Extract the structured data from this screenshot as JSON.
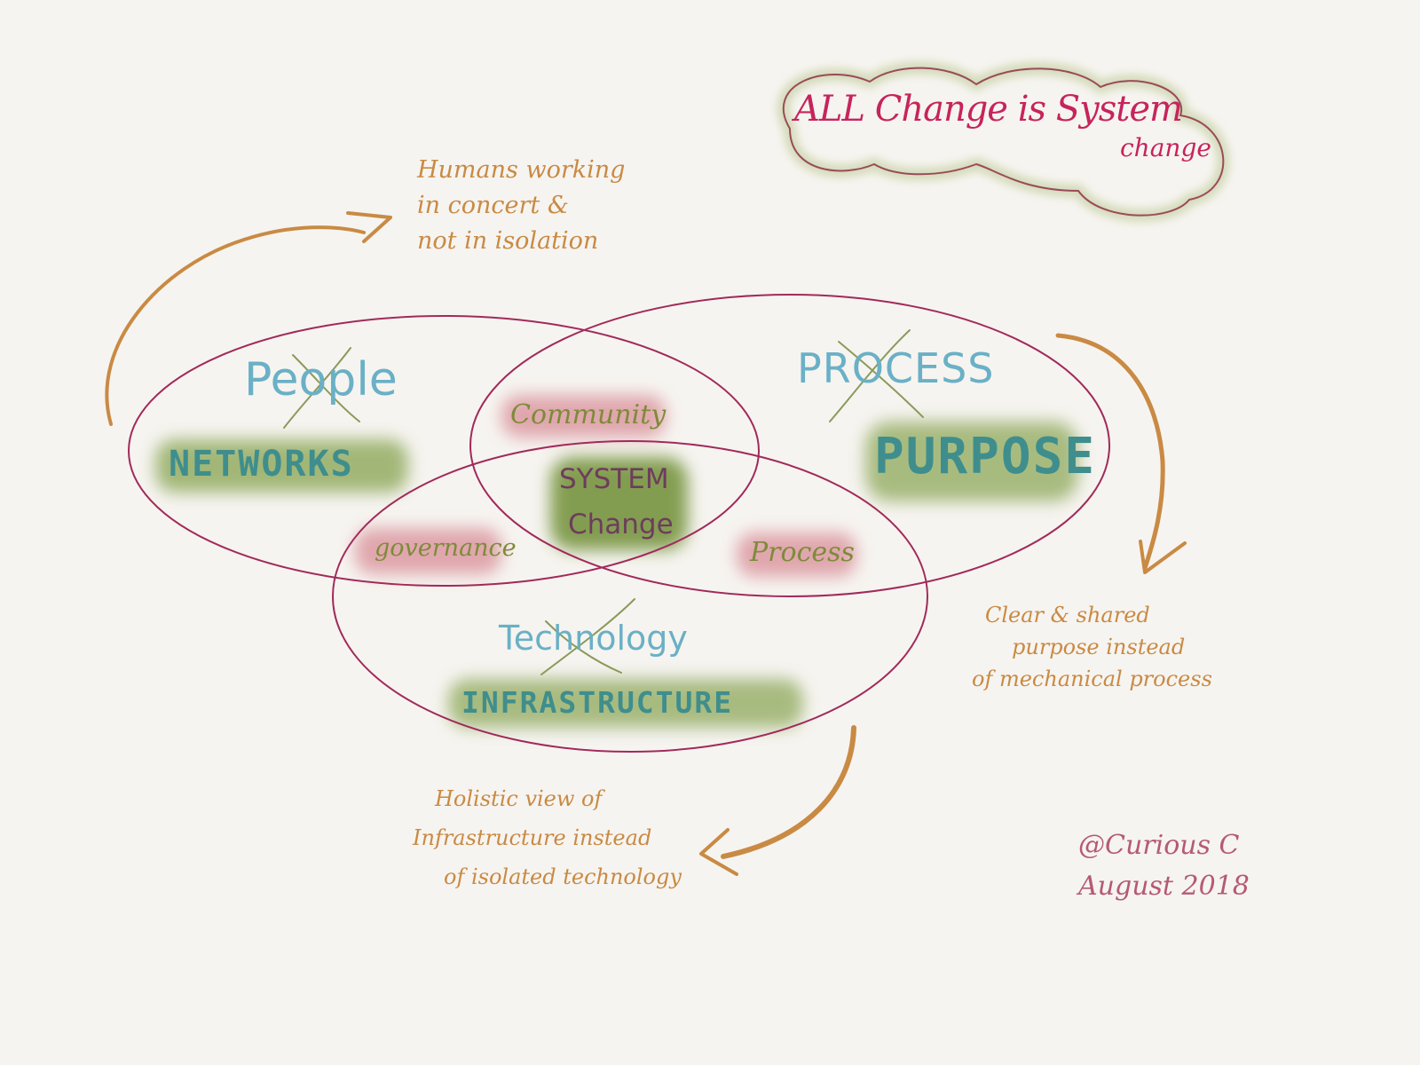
{
  "title": {
    "line1": "ALL Change is System",
    "line2": "change"
  },
  "sets": {
    "people": {
      "old": "People",
      "new": "NETWORKS"
    },
    "process": {
      "old": "PROCESS",
      "new": "PURPOSE"
    },
    "technology": {
      "old": "Technology",
      "new": "INFRASTRUCTURE"
    }
  },
  "overlaps": {
    "people_process": "Community",
    "people_technology": "governance",
    "process_technology": "Process",
    "center_line1": "SYSTEM",
    "center_line2": "Change"
  },
  "notes": {
    "people": [
      "Humans working",
      "in concert &",
      "not in isolation"
    ],
    "process": [
      "Clear & shared",
      "purpose instead",
      "of mechanical process"
    ],
    "technology": [
      "Holistic view of",
      "Infrastructure instead",
      "of isolated technology"
    ]
  },
  "signature": {
    "handle": "@Curious C",
    "date": "August 2018"
  },
  "colors": {
    "circle": "#a12a5b",
    "arrow": "#c98a44",
    "green_wash": "#8ea85a",
    "pink_wash": "#dc9aa2",
    "cross": "#8a9a5b"
  }
}
